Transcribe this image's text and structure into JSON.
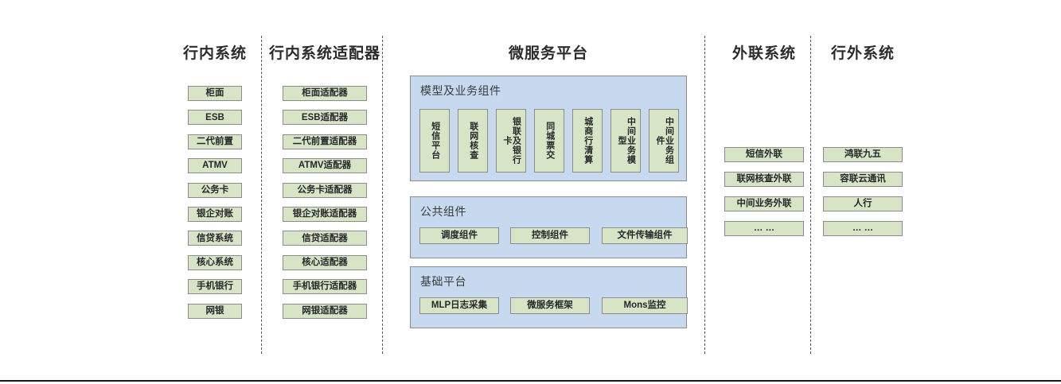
{
  "columns": [
    {
      "id": "internal-systems",
      "title": "行内系统",
      "nodes": [
        "柜面",
        "ESB",
        "二代前置",
        "ATMV",
        "公务卡",
        "银企对账",
        "信贷系统",
        "核心系统",
        "手机银行",
        "网银"
      ]
    },
    {
      "id": "internal-system-adapters",
      "title": "行内系统适配器",
      "nodes": [
        "柜面适配器",
        "ESB适配器",
        "二代前置适配器",
        "ATMV适配器",
        "公务卡适配器",
        "银企对账适配器",
        "信贷适配器",
        "核心适配器",
        "手机银行适配器",
        "网银适配器"
      ]
    },
    {
      "id": "microservice-platform",
      "title": "微服务平台"
    },
    {
      "id": "external-liaison-systems",
      "title": "外联系统",
      "nodes": [
        "短信外联",
        "联网核查外联",
        "中间业务外联",
        "… …"
      ]
    },
    {
      "id": "outside-bank-systems",
      "title": "行外系统",
      "nodes": [
        "鸿联九五",
        "容联云通讯",
        "人行",
        "… …"
      ]
    }
  ],
  "platform": {
    "panels": [
      {
        "id": "model-and-business-components",
        "title": "模型及业务组件",
        "orientation": "vertical",
        "nodes": [
          "短信平台",
          "联网核查",
          "银联及银行卡",
          "同城票交",
          "城商行清算",
          "中间业务模型",
          "中间业务组件"
        ]
      },
      {
        "id": "public-components",
        "title": "公共组件",
        "orientation": "horizontal",
        "nodes": [
          "调度组件",
          "控制组件",
          "文件传输组件"
        ]
      },
      {
        "id": "base-platform",
        "title": "基础平台",
        "orientation": "horizontal",
        "nodes": [
          "MLP日志采集",
          "微服务框架",
          "Mons监控"
        ]
      }
    ]
  },
  "colors": {
    "node_fill": "#d7e4c6",
    "node_border": "#8c8c8c",
    "panel_fill": "#c6d9ef",
    "divider": "#555555",
    "text": "#26282b"
  }
}
